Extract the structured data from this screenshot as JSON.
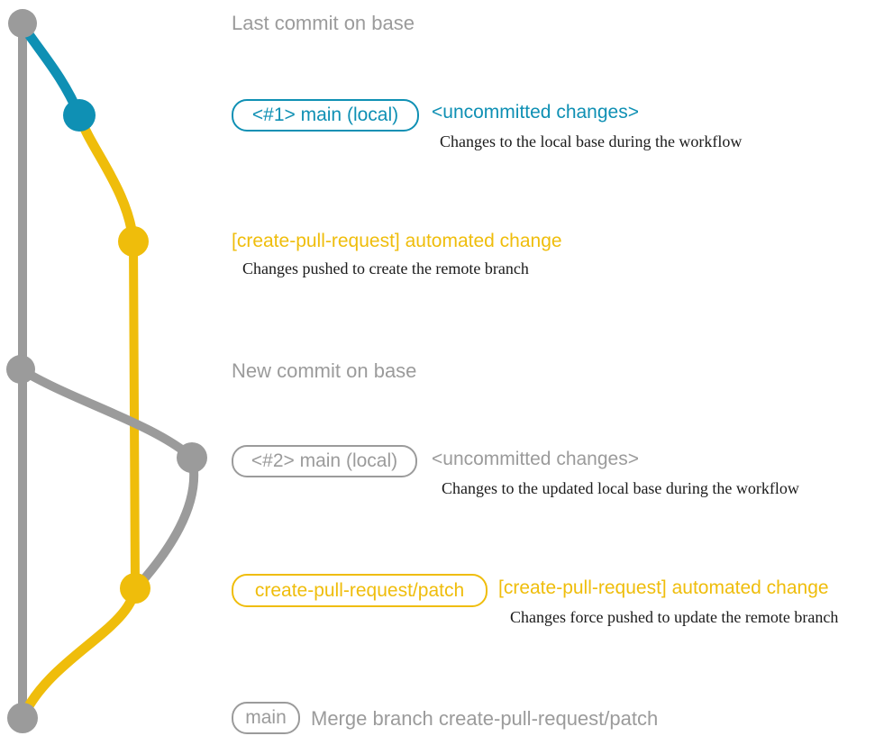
{
  "colors": {
    "gray": "#9b9b9b",
    "blue": "#0f90b4",
    "yellow": "#efbd0b",
    "ink": "#1a1a1a"
  },
  "notes": {
    "top": "Last commit on base",
    "mid": "New commit on base"
  },
  "rows": {
    "local1": {
      "badge": "<#1> main (local)",
      "status": "<uncommitted changes>",
      "desc": "Changes to the local base during the workflow"
    },
    "patch1": {
      "title": "[create-pull-request] automated change",
      "desc": "Changes pushed to create the remote branch"
    },
    "local2": {
      "badge": "<#2> main (local)",
      "status": "<uncommitted changes>",
      "desc": "Changes to the updated local base during the workflow"
    },
    "patch2": {
      "badge": "create-pull-request/patch",
      "title": "[create-pull-request] automated change",
      "desc": "Changes force pushed to update the remote branch"
    },
    "merge": {
      "badge": "main",
      "message": "Merge branch create-pull-request/patch"
    }
  }
}
